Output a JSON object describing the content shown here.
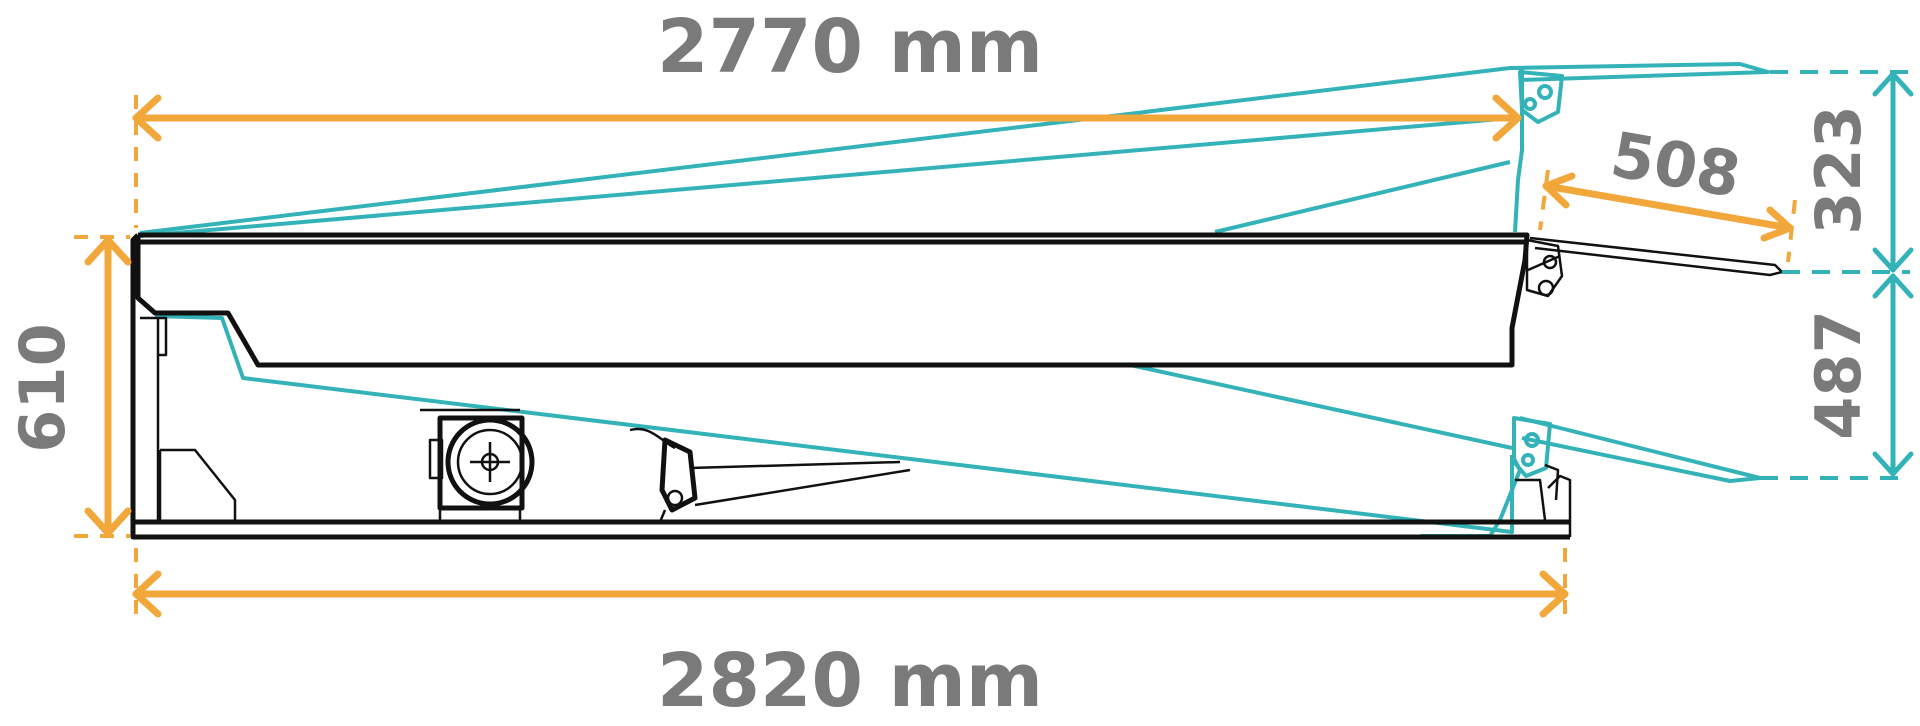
{
  "dimensions": {
    "top_length": "2770 mm",
    "bottom_length": "2820 mm",
    "height": "610",
    "lip_length": "508",
    "lip_raise": "323",
    "lip_drop": "487"
  },
  "colors": {
    "dimension_line": "#f2a73b",
    "range_of_motion": "#33b3b8",
    "structure": "#111111",
    "dimension_text": "#7a7a7a"
  }
}
